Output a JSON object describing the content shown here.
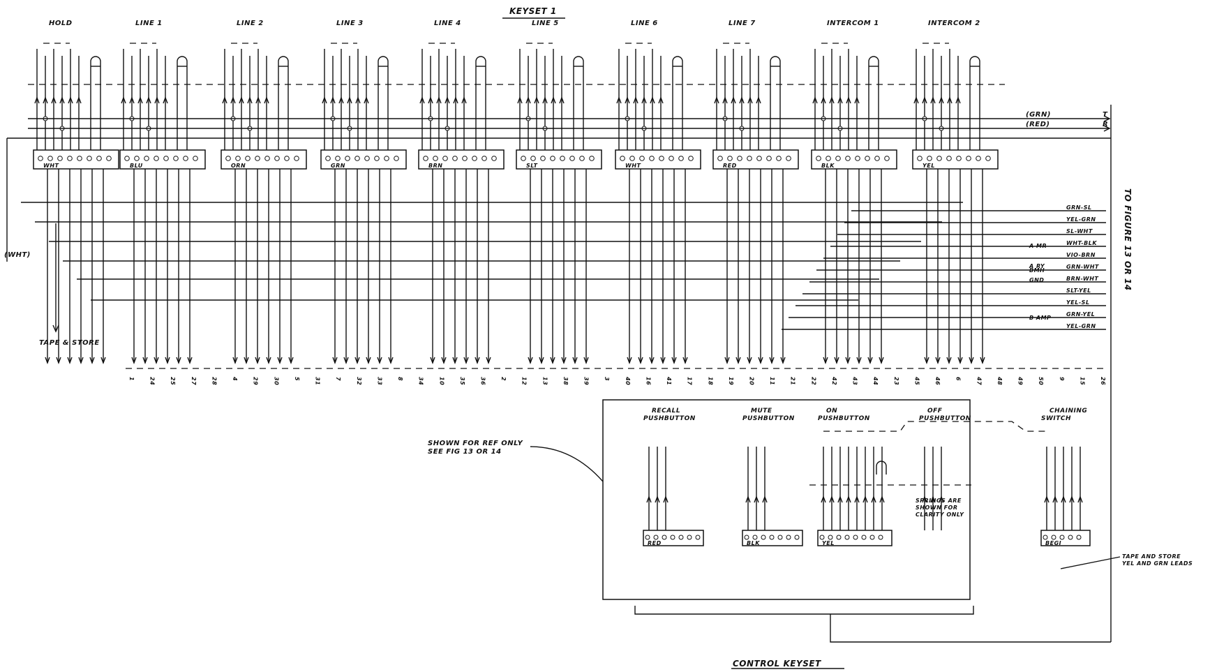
{
  "title": "KEYSET 1",
  "bottom_title": "CONTROL KEYSET",
  "keys": [
    {
      "label": "HOLD",
      "color": "WHT"
    },
    {
      "label": "LINE 1",
      "color": "BLU"
    },
    {
      "label": "LINE 2",
      "color": "ORN"
    },
    {
      "label": "LINE 3",
      "color": "GRN"
    },
    {
      "label": "LINE 4",
      "color": "BRN"
    },
    {
      "label": "LINE 5",
      "color": "SLT"
    },
    {
      "label": "LINE 6",
      "color": "WHT"
    },
    {
      "label": "LINE 7",
      "color": "RED"
    },
    {
      "label": "INTERCOM 1",
      "color": "BLK"
    },
    {
      "label": "INTERCOM 2",
      "color": "YEL"
    }
  ],
  "bus_labels": {
    "grn": "(GRN)",
    "red": "(RED)",
    "t": "T",
    "r": "R"
  },
  "side_text": "TO FIGURE 13 OR 14",
  "left_labels": {
    "wht": "(WHT)",
    "tape_store": "TAPE & STORE"
  },
  "right_leads": [
    "GRN-SL",
    "YEL-GRN",
    "SL-WHT",
    "WHT-BLK",
    "VIO-BRN",
    "GRN-WHT",
    "BRN-WHT",
    "SLT-YEL",
    "YEL-SL",
    "GRN-YEL",
    "YEL-GRN"
  ],
  "right_lead_tags": [
    "A MR",
    "A RY",
    "BMH",
    "GND",
    "B AMP"
  ],
  "bottom_numbers": [
    "1",
    "24",
    "25",
    "27",
    "28",
    "4",
    "29",
    "30",
    "5",
    "31",
    "7",
    "32",
    "33",
    "8",
    "34",
    "10",
    "35",
    "36",
    "2",
    "12",
    "13",
    "38",
    "39",
    "3",
    "40",
    "16",
    "41",
    "17",
    "18",
    "19",
    "20",
    "11",
    "21",
    "22",
    "42",
    "43",
    "44",
    "23",
    "45",
    "46",
    "6",
    "47",
    "48",
    "49",
    "50",
    "9",
    "15",
    "26"
  ],
  "note": "SHOWN FOR REF ONLY SEE FIG 13 OR 14",
  "control": {
    "buttons": [
      {
        "label": "RECALL PUSHBUTTON",
        "color": "RED"
      },
      {
        "label": "MUTE PUSHBUTTON",
        "color": "BLK"
      },
      {
        "label": "ON PUSHBUTTON",
        "color": "YEL"
      },
      {
        "label": "OFF PUSHBUTTON",
        "color": ""
      },
      {
        "label": "CHAINING SWITCH",
        "color": "BEGI"
      }
    ],
    "springs_note": "SPRINGS ARE SHOWN FOR CLARITY ONLY",
    "tape_note": "TAPE AND STORE YEL AND GRN LEADS"
  }
}
